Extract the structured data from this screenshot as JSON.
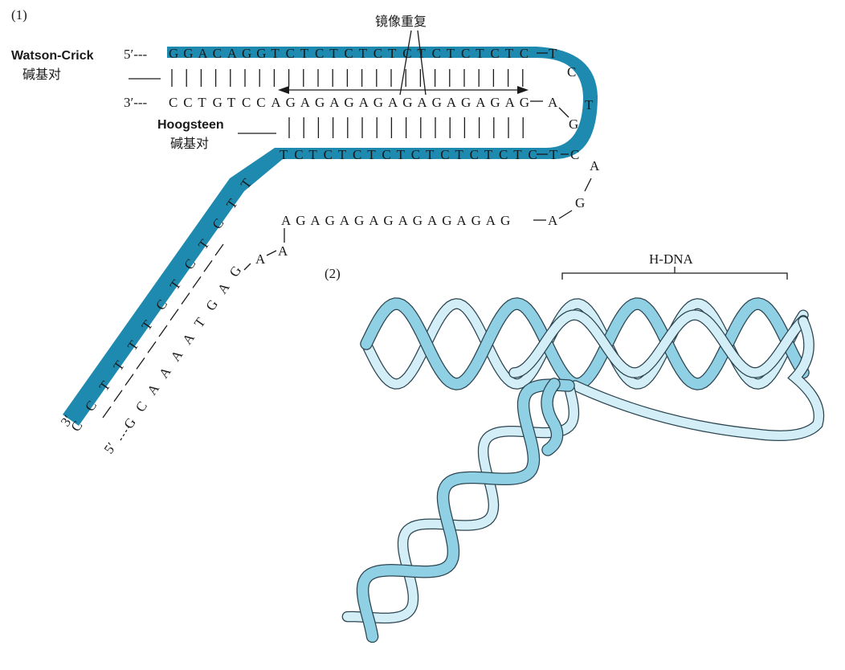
{
  "panel1": {
    "label": "(1)",
    "mirror_repeat_label": "镜像重复",
    "watson_crick_label": "Watson-Crick",
    "hoogsteen_label": "Hoogsteen",
    "base_pair_label": "碱基对",
    "top_strand_prefix": "5′---",
    "top_strand_seq": "GGACAGGTCTCTCTCTCTCTCTCTC",
    "middle_strand_prefix": "3′---",
    "middle_strand_seq": "CCTGTCCAGAGAGAGAGAGAGAGAG",
    "third_strand_seq": "TCTCTCTCTCTCTCTCTC",
    "unpaired_strand_seq": "AGAGAGAGAGAGAGAG",
    "hairpin_bases": [
      "T",
      "C",
      "T",
      "C",
      "T",
      "A",
      "G",
      "A"
    ],
    "strand_end_5": "5′",
    "strand_end_3": "3′",
    "accent_color": "#1e8ab0"
  },
  "panel2": {
    "label": "(2)",
    "hdna_label": "H-DNA",
    "ribbon_color": "#8fd0e4",
    "ribbon_light_color": "#d3eef6"
  }
}
